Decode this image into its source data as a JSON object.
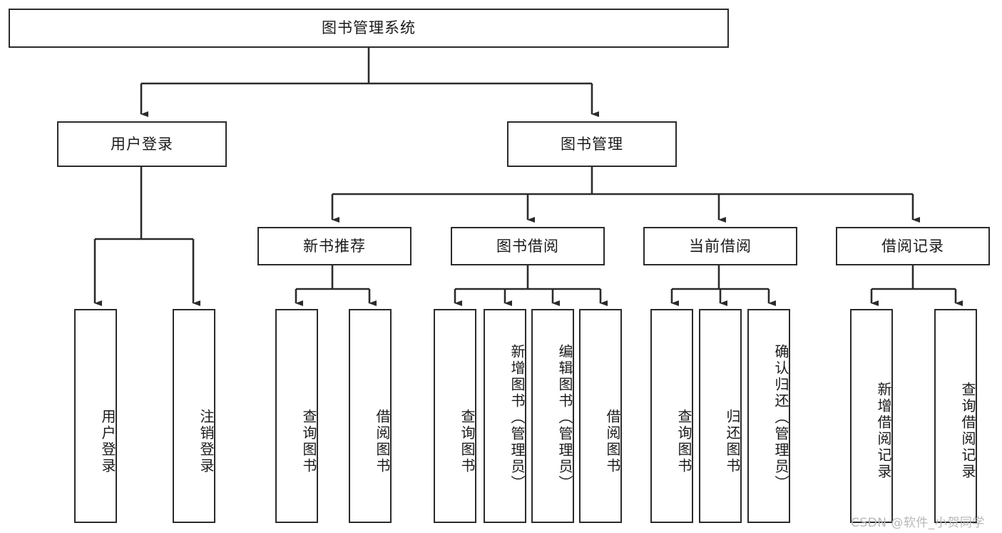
{
  "diagram": {
    "title": "图书管理系统",
    "type": "tree-hierarchy-chart",
    "orientation": "top-down",
    "colors": {
      "stroke": "#2b2b2b",
      "fill": "#ffffff",
      "text": "#1a1a1a",
      "watermark": "#b8b8b8"
    },
    "root": {
      "label": "图书管理系统"
    },
    "level2": [
      {
        "label": "用户登录"
      },
      {
        "label": "图书管理"
      }
    ],
    "level3": [
      {
        "label": "新书推荐"
      },
      {
        "label": "图书借阅"
      },
      {
        "label": "当前借阅"
      },
      {
        "label": "借阅记录"
      }
    ],
    "leaves": {
      "user_login": [
        {
          "label": "用户登录"
        },
        {
          "label": "注销登录"
        }
      ],
      "new_book_recommend": [
        {
          "label": "查询图书"
        },
        {
          "label": "借阅图书"
        }
      ],
      "book_borrow": [
        {
          "label": "查询图书"
        },
        {
          "label": "新增图书（管理员）"
        },
        {
          "label": "编辑图书（管理员）"
        },
        {
          "label": "借阅图书"
        }
      ],
      "current_borrow": [
        {
          "label": "查询图书"
        },
        {
          "label": "归还图书"
        },
        {
          "label": "确认归还（管理员）"
        }
      ],
      "borrow_record": [
        {
          "label": "新增借阅记录"
        },
        {
          "label": "查询借阅记录"
        }
      ]
    }
  },
  "watermark": {
    "text": "CSDN @软件_小贺同学"
  }
}
